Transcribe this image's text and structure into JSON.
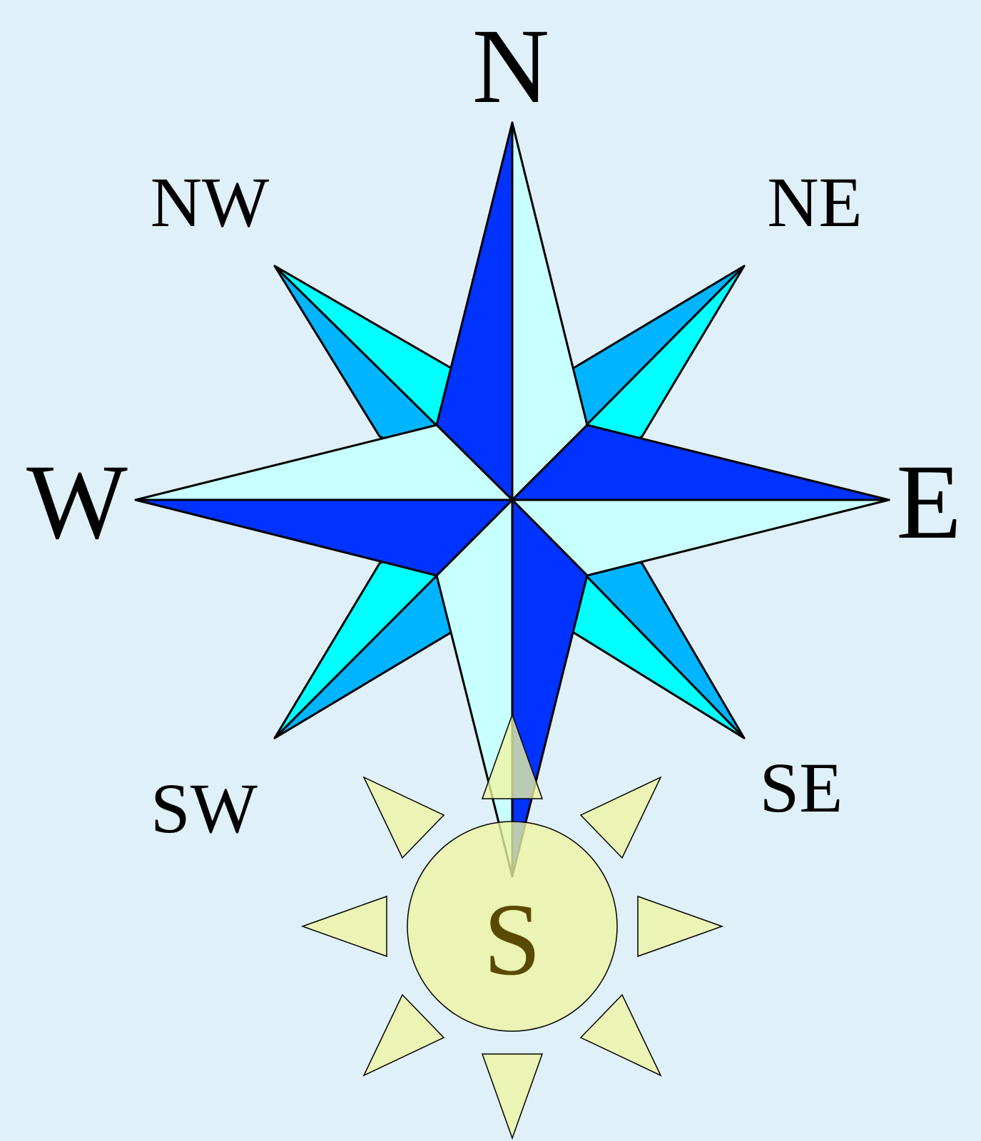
{
  "directions": {
    "n": "N",
    "ne": "NE",
    "e": "E",
    "se": "SE",
    "s": "S",
    "sw": "SW",
    "w": "W",
    "nw": "NW"
  },
  "colors": {
    "background": "#dff0f8",
    "cardinal_dark": "#0033ff",
    "cardinal_light": "#c8ffff",
    "ordinal_dark": "#00b4ff",
    "ordinal_light": "#00ffff",
    "sun_fill": "#eef5a0",
    "sun_label": "#5a4a00",
    "outline": "#000000"
  },
  "icons": {
    "compass_rose": "eight-point-compass-rose-icon",
    "sun": "sun-icon"
  }
}
